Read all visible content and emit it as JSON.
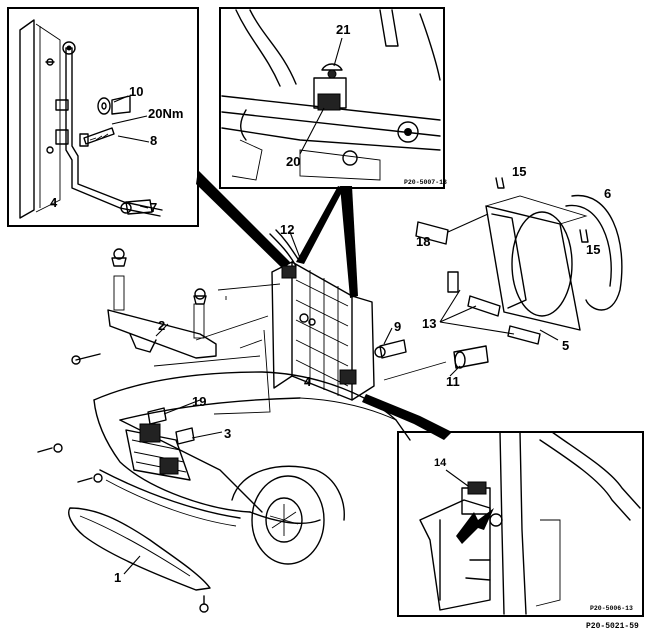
{
  "figure_code": "P20-5021-59",
  "detail_views": [
    {
      "id": "detail-top-left",
      "labels": [
        "10",
        "20Nm",
        "8",
        "4",
        "7"
      ]
    },
    {
      "id": "detail-top-center",
      "code": "P20-5007-13",
      "labels": [
        "21",
        "20"
      ]
    },
    {
      "id": "detail-bottom-right",
      "code": "P20-5006-13",
      "labels": [
        "14"
      ]
    }
  ],
  "callouts": {
    "c1": "1",
    "c2": "2",
    "c3": "3",
    "c4": "4",
    "c5": "5",
    "c6": "6",
    "c9": "9",
    "c11": "11",
    "c12": "12",
    "c13": "13",
    "c15a": "15",
    "c15b": "15",
    "c18": "18",
    "c19": "19"
  }
}
